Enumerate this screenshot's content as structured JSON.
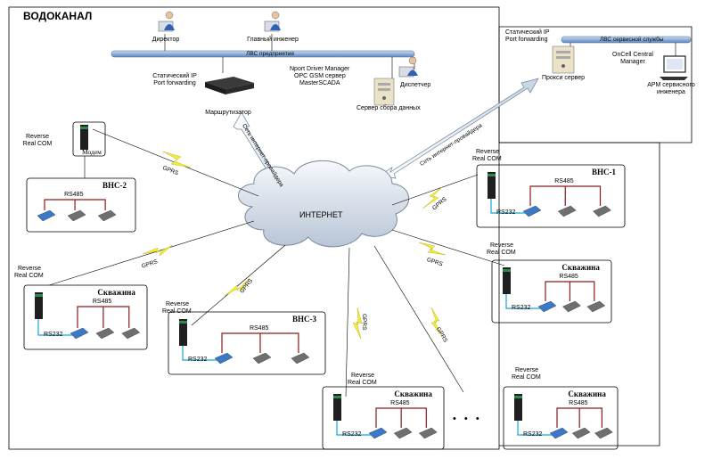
{
  "diagram": {
    "org_title": "ВОДОКАНАЛ",
    "lan_enterprise": "ЛВС предприятия",
    "lan_service": "ЛВС сервисной службы",
    "internet": "ИНТЕРНЕТ",
    "isp_link": "Сеть интернет-провайдера",
    "office": {
      "director": "Директор",
      "chief_engineer": "Главный инженер",
      "router_caption_1": "Статический IP",
      "router_caption_2": "Port forwarding",
      "router": "Маршрутизатор",
      "server_software_1": "Nport Driver Manager",
      "server_software_2": "OPC GSM сервер",
      "server_software_3": "MasterSCADA",
      "dispatcher": "Диспетчер",
      "data_server": "Сервер сбора данных"
    },
    "service": {
      "static_ip": "Статический IP",
      "port_forwarding": "Port forwarding",
      "proxy": "Прокси сервер",
      "oncell_1": "OnCell Central",
      "oncell_2": "Manager",
      "arm_1": "АРМ сервисного",
      "arm_2": "инженера"
    },
    "gprs": "GPRS",
    "reverse_1": "Reverse",
    "reverse_2": "Real COM",
    "modem": "Модем",
    "rs485": "RS485",
    "rs232": "RS232",
    "ellipsis": "• • •",
    "sites": [
      {
        "name": "ВНС-2"
      },
      {
        "name": "ВНС-1"
      },
      {
        "name": "Скважина"
      },
      {
        "name": "Скважина"
      },
      {
        "name": "ВНС-3"
      },
      {
        "name": "Скважина"
      },
      {
        "name": "Скважина"
      }
    ],
    "colors": {
      "lan_bar": "#9bbbe0",
      "bolt": "#f2ee3c",
      "rs232_line": "#1aa3d6",
      "rs485_line": "#8b1a1a",
      "device_blue": "#3a78c8",
      "device_gray": "#6f6f6f"
    }
  }
}
